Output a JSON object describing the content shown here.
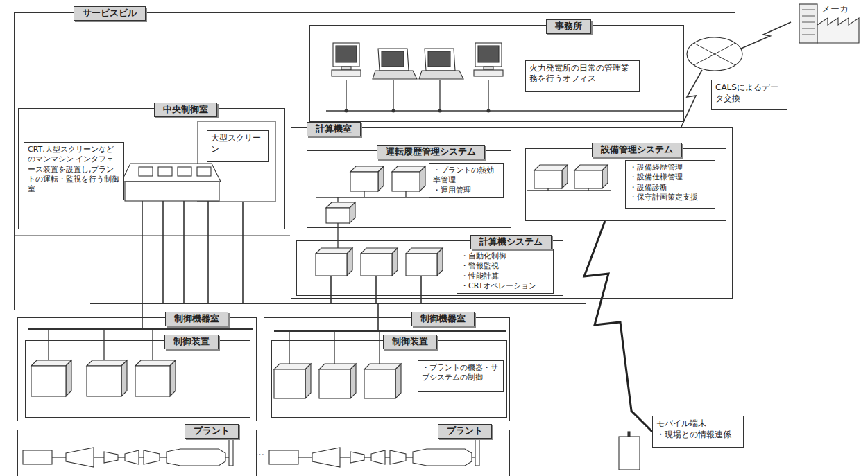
{
  "diagram": {
    "nodes": [
      {
        "text": [
          "サービスビル"
        ]
      },
      {
        "text": [
          "事務所"
        ],
        "in": 0
      },
      {
        "text": [
          "火力発電所の日常の管理業務を行うオフィス"
        ],
        "in": 1
      },
      {
        "text": [
          "中央制御室"
        ],
        "in": 0
      },
      {
        "text": [
          "CRT,大型スクリーンなどのマンマシン インタフェース装置を設置し,プラントの運転・監視を行う制御室"
        ],
        "in": 3
      },
      {
        "text": [
          "大型スクリーン"
        ],
        "in": 3
      },
      {
        "text": [
          "計算機室"
        ],
        "in": 0
      },
      {
        "text": [
          "運転履歴管理システム"
        ],
        "in": 6
      },
      {
        "text": [
          "・プラントの熱効率管理",
          "・運用管理"
        ],
        "in": 7
      },
      {
        "text": [
          "設備管理システム"
        ],
        "in": 6
      },
      {
        "text": [
          "・設備経歴管理",
          "・設備仕様管理",
          "・設備診断",
          "・保守計画策定支援"
        ],
        "in": 9
      },
      {
        "text": [
          "計算機システム"
        ],
        "in": 6
      },
      {
        "text": [
          "・自動化制御",
          "・警報監視",
          "・性能計算",
          "・CRTオペレーション"
        ],
        "in": 11
      },
      {
        "text": [
          "制御機器室"
        ]
      },
      {
        "text": [
          "制御装置"
        ],
        "in": 13
      },
      {
        "text": [
          "制御機器室"
        ]
      },
      {
        "text": [
          "制御装置"
        ],
        "in": 15
      },
      {
        "text": [
          "・プラントの機器・サブシステムの制御"
        ],
        "in": 16
      },
      {
        "text": [
          "プラント"
        ]
      },
      {
        "text": [
          "プラント"
        ]
      },
      {
        "text": [
          "CALSによるデータ交換"
        ]
      },
      {
        "text": [
          "モバイル端末",
          "・現場との情報連係"
        ]
      }
    ],
    "edges": [
      {
        "from": 9,
        "to": 21,
        "arrow": "none"
      }
    ],
    "labels": [
      "メーカ",
      "…"
    ]
  }
}
